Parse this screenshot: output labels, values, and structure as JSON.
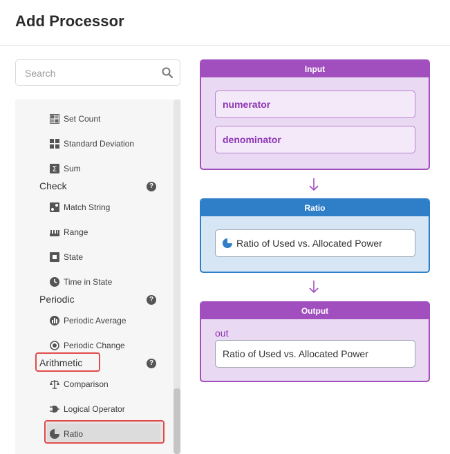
{
  "dialog": {
    "title": "Add Processor"
  },
  "search": {
    "placeholder": "Search"
  },
  "sidebar": {
    "items_top": [
      {
        "label": "Set Count",
        "icon": "set-count-icon"
      },
      {
        "label": "Standard Deviation",
        "icon": "grid-icon"
      },
      {
        "label": "Sum",
        "icon": "sigma-icon"
      }
    ],
    "groups": {
      "check": {
        "title": "Check",
        "items": [
          {
            "label": "Match String",
            "icon": "match-string-icon"
          },
          {
            "label": "Range",
            "icon": "range-icon"
          },
          {
            "label": "State",
            "icon": "state-icon"
          },
          {
            "label": "Time in State",
            "icon": "clock-icon"
          }
        ]
      },
      "periodic": {
        "title": "Periodic",
        "items": [
          {
            "label": "Periodic Average",
            "icon": "periodic-average-icon"
          },
          {
            "label": "Periodic Change",
            "icon": "periodic-change-icon"
          }
        ]
      },
      "arithmetic": {
        "title": "Arithmetic",
        "items": [
          {
            "label": "Comparison",
            "icon": "scale-icon"
          },
          {
            "label": "Logical Operator",
            "icon": "logic-gate-icon"
          },
          {
            "label": "Ratio",
            "icon": "pie-icon"
          }
        ]
      }
    }
  },
  "flow": {
    "input": {
      "title": "Input",
      "fields": [
        "numerator",
        "denominator"
      ]
    },
    "ratio": {
      "title": "Ratio",
      "value": "Ratio of Used vs. Allocated Power"
    },
    "output": {
      "title": "Output",
      "label": "out",
      "value": "Ratio of Used vs. Allocated Power"
    }
  },
  "colors": {
    "purple": "#a14ebf",
    "blue": "#2f7fc8",
    "highlight": "#e24a4a"
  }
}
